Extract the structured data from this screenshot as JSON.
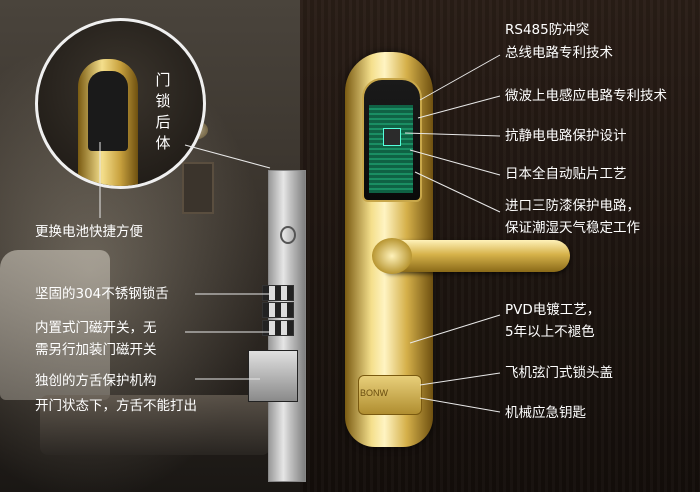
{
  "zoom_label": "门锁后体",
  "brand": "BONW",
  "left_notes": {
    "battery": "更换电池快捷方便",
    "latch_line1": "坚固的304不锈钢锁舌",
    "magnet_line1": "内置式门磁开关，无",
    "magnet_line2": "需另行加装门磁开关",
    "deadbolt_line1": "独创的方舌保护机构",
    "deadbolt_line2": "开门状态下，方舌不能打出"
  },
  "right_notes": {
    "rs485_line1": "RS485防冲突",
    "rs485_line2": "总线电路专利技术",
    "microwave": "微波上电感应电路专利技术",
    "antistatic": "抗静电电路保护设计",
    "smt": "日本全自动贴片工艺",
    "coating_line1": "进口三防漆保护电路，",
    "coating_line2": "保证潮湿天气稳定工作",
    "pvd_line1": "PVD电镀工艺，",
    "pvd_line2": "5年以上不褪色",
    "cover": "飞机弦门式锁头盖",
    "key": "机械应急钥匙"
  }
}
